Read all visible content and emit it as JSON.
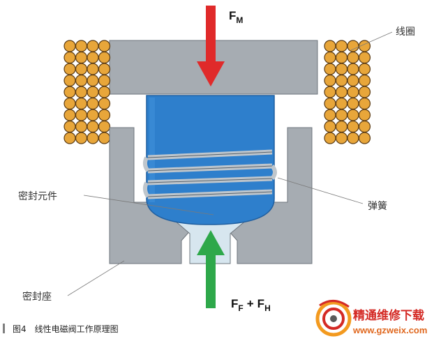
{
  "labels": {
    "coil": "线圈",
    "seal_element": "密封元件",
    "spring": "弹簧",
    "seal_seat": "密封座"
  },
  "forces": {
    "top": {
      "main": "F",
      "sub": "M"
    },
    "bottom": {
      "main1": "F",
      "sub1": "F",
      "plus": "+",
      "main2": "F",
      "sub2": "H"
    }
  },
  "caption": "图4　线性电磁阀工作原理图",
  "watermark": {
    "title": "精通维修下载",
    "url": "www.gzweix.com"
  },
  "colors": {
    "housing": "#a6acb2",
    "housing_stroke": "#6e757c",
    "armature": "#2e7fcc",
    "armature_dark": "#1f5e9f",
    "coil_wire": "#e8a63a",
    "coil_outline": "#5a3a12",
    "force_red": "#e02a2a",
    "force_green": "#2ea84a",
    "seal_light": "#d7e6ef",
    "spring": "#bfc6cc",
    "spring_stroke": "#55606a",
    "watermark_red": "#d42a25",
    "watermark_orange": "#f39a1f"
  }
}
